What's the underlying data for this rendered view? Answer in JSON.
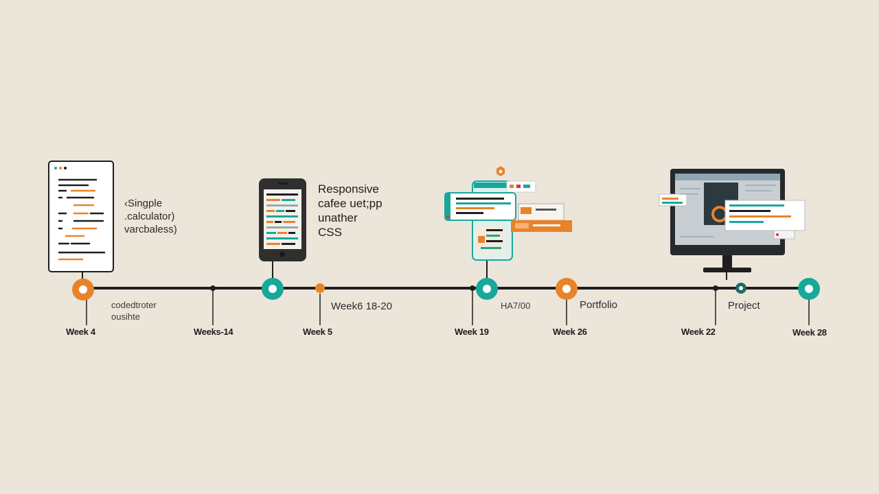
{
  "colors": {
    "background": "#ece5da",
    "line": "#1e1e1e",
    "orange": "#e8832a",
    "teal": "#17a89a",
    "dark": "#1f2a2c"
  },
  "milestones": [
    {
      "week_label": "Week 4",
      "node_color": "orange"
    },
    {
      "week_label": "Weeks-14",
      "node_color": "dark"
    },
    {
      "week_label": "",
      "node_color": "teal"
    },
    {
      "week_label": "Week 5",
      "node_color": "orange"
    },
    {
      "week_label": "Week 19",
      "node_color": "teal"
    },
    {
      "week_label": "Week 26",
      "node_color": "orange"
    },
    {
      "week_label": "Week 22",
      "node_color": "dark"
    },
    {
      "week_label": "",
      "node_color": "teal"
    },
    {
      "week_label": "Week 28",
      "node_color": "teal"
    }
  ],
  "captions": {
    "calculator": [
      "‹Singple",
      ".calculator)",
      "varcbaless)"
    ],
    "cafe": [
      "Responsive",
      "cafee uet;pp",
      "unather",
      "CSS"
    ],
    "under_line_1": [
      "codedtroter",
      "ousihte"
    ],
    "under_line_2": "Week6 18-20",
    "under_line_3": "HA7/00",
    "portfolio": "Portfolio",
    "project": "Project"
  },
  "icons": [
    "code-document-icon",
    "smartphone-icon",
    "web-app-collage-icon",
    "desktop-monitor-icon"
  ]
}
